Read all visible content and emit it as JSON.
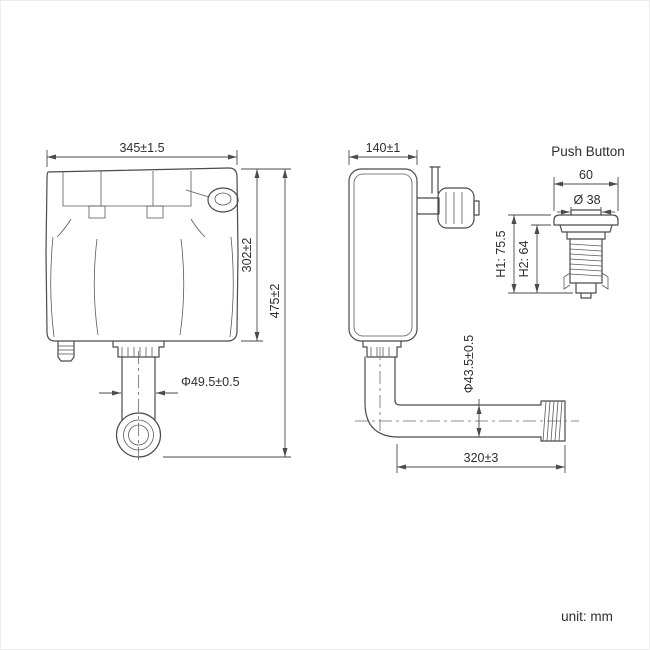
{
  "front_view": {
    "dims": {
      "width": "345±1.5",
      "body_height": "302±2",
      "total_height": "475±2",
      "outlet_diameter": "Φ49.5±0.5"
    }
  },
  "side_view": {
    "dims": {
      "depth": "140±1",
      "pipe_diameter": "Φ43.5±0.5",
      "pipe_length": "320±3"
    }
  },
  "push_button": {
    "title": "Push Button",
    "dims": {
      "width": "60",
      "diameter": "Ø 38",
      "h1": "H1: 75.5",
      "h2": "H2: 64"
    }
  },
  "footer": {
    "unit": "unit: mm"
  }
}
